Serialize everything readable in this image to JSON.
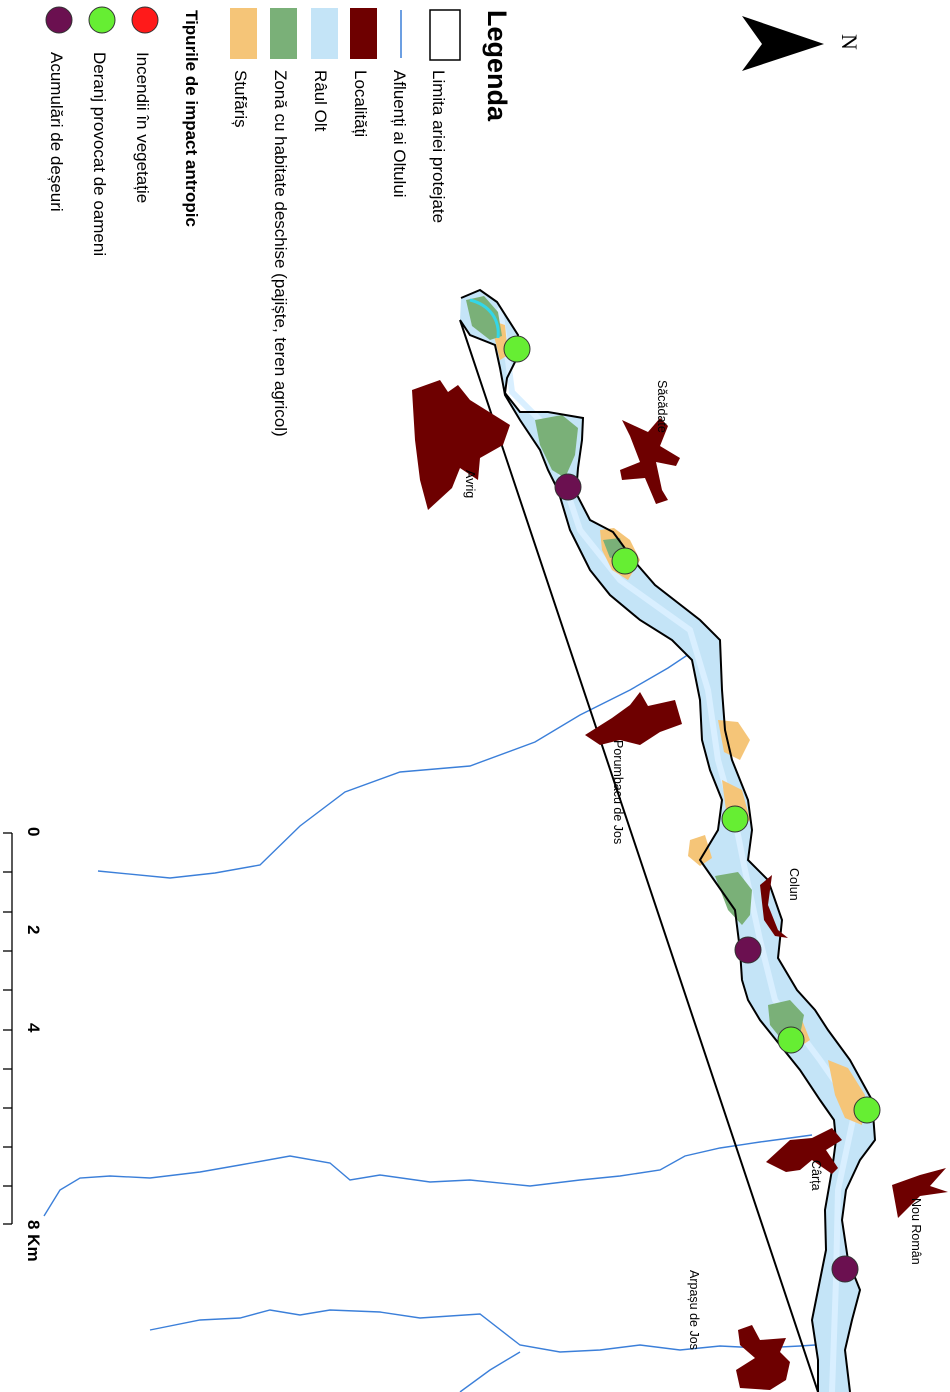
{
  "legend": {
    "title": "Legenda",
    "items": [
      {
        "label": "Limita ariei protejate",
        "symbol": "outline-box",
        "color": "#000000"
      },
      {
        "label": "Afluenți ai Oltului",
        "symbol": "line",
        "color": "#3b7fd9"
      },
      {
        "label": "Localități",
        "symbol": "fill",
        "color": "#6e0000"
      },
      {
        "label": "Râul Olt",
        "symbol": "fill",
        "color": "#c4e4f7"
      },
      {
        "label": "Zonă cu habitate deschise (pajiște, teren agricol)",
        "symbol": "fill",
        "color": "#7ab078"
      },
      {
        "label": "Stufăriș",
        "symbol": "fill",
        "color": "#f5c578"
      }
    ],
    "impact_title": "Tipurile de impact antropic",
    "impact_items": [
      {
        "label": "Incendii în vegetație",
        "color": "#ff1a1a"
      },
      {
        "label": "Deranj provocat de oameni",
        "color": "#66ee33"
      },
      {
        "label": "Acumulări de deșeuri",
        "color": "#6b1050"
      }
    ]
  },
  "north": {
    "label": "N"
  },
  "scale": {
    "labels": [
      "0",
      "2",
      "4",
      "",
      "8 Km"
    ]
  },
  "settlements": [
    {
      "name": "Săcădate"
    },
    {
      "name": "Avrig"
    },
    {
      "name": "Porumbacu de Jos"
    },
    {
      "name": "Colun"
    },
    {
      "name": "Cârța"
    },
    {
      "name": "Nou Român"
    },
    {
      "name": "Arpașu de Jos"
    }
  ],
  "impact_points": [
    {
      "type": "deranj"
    },
    {
      "type": "deseuri"
    },
    {
      "type": "deranj"
    },
    {
      "type": "deranj"
    },
    {
      "type": "deseuri"
    },
    {
      "type": "deranj"
    },
    {
      "type": "deranj"
    },
    {
      "type": "deseuri"
    }
  ]
}
